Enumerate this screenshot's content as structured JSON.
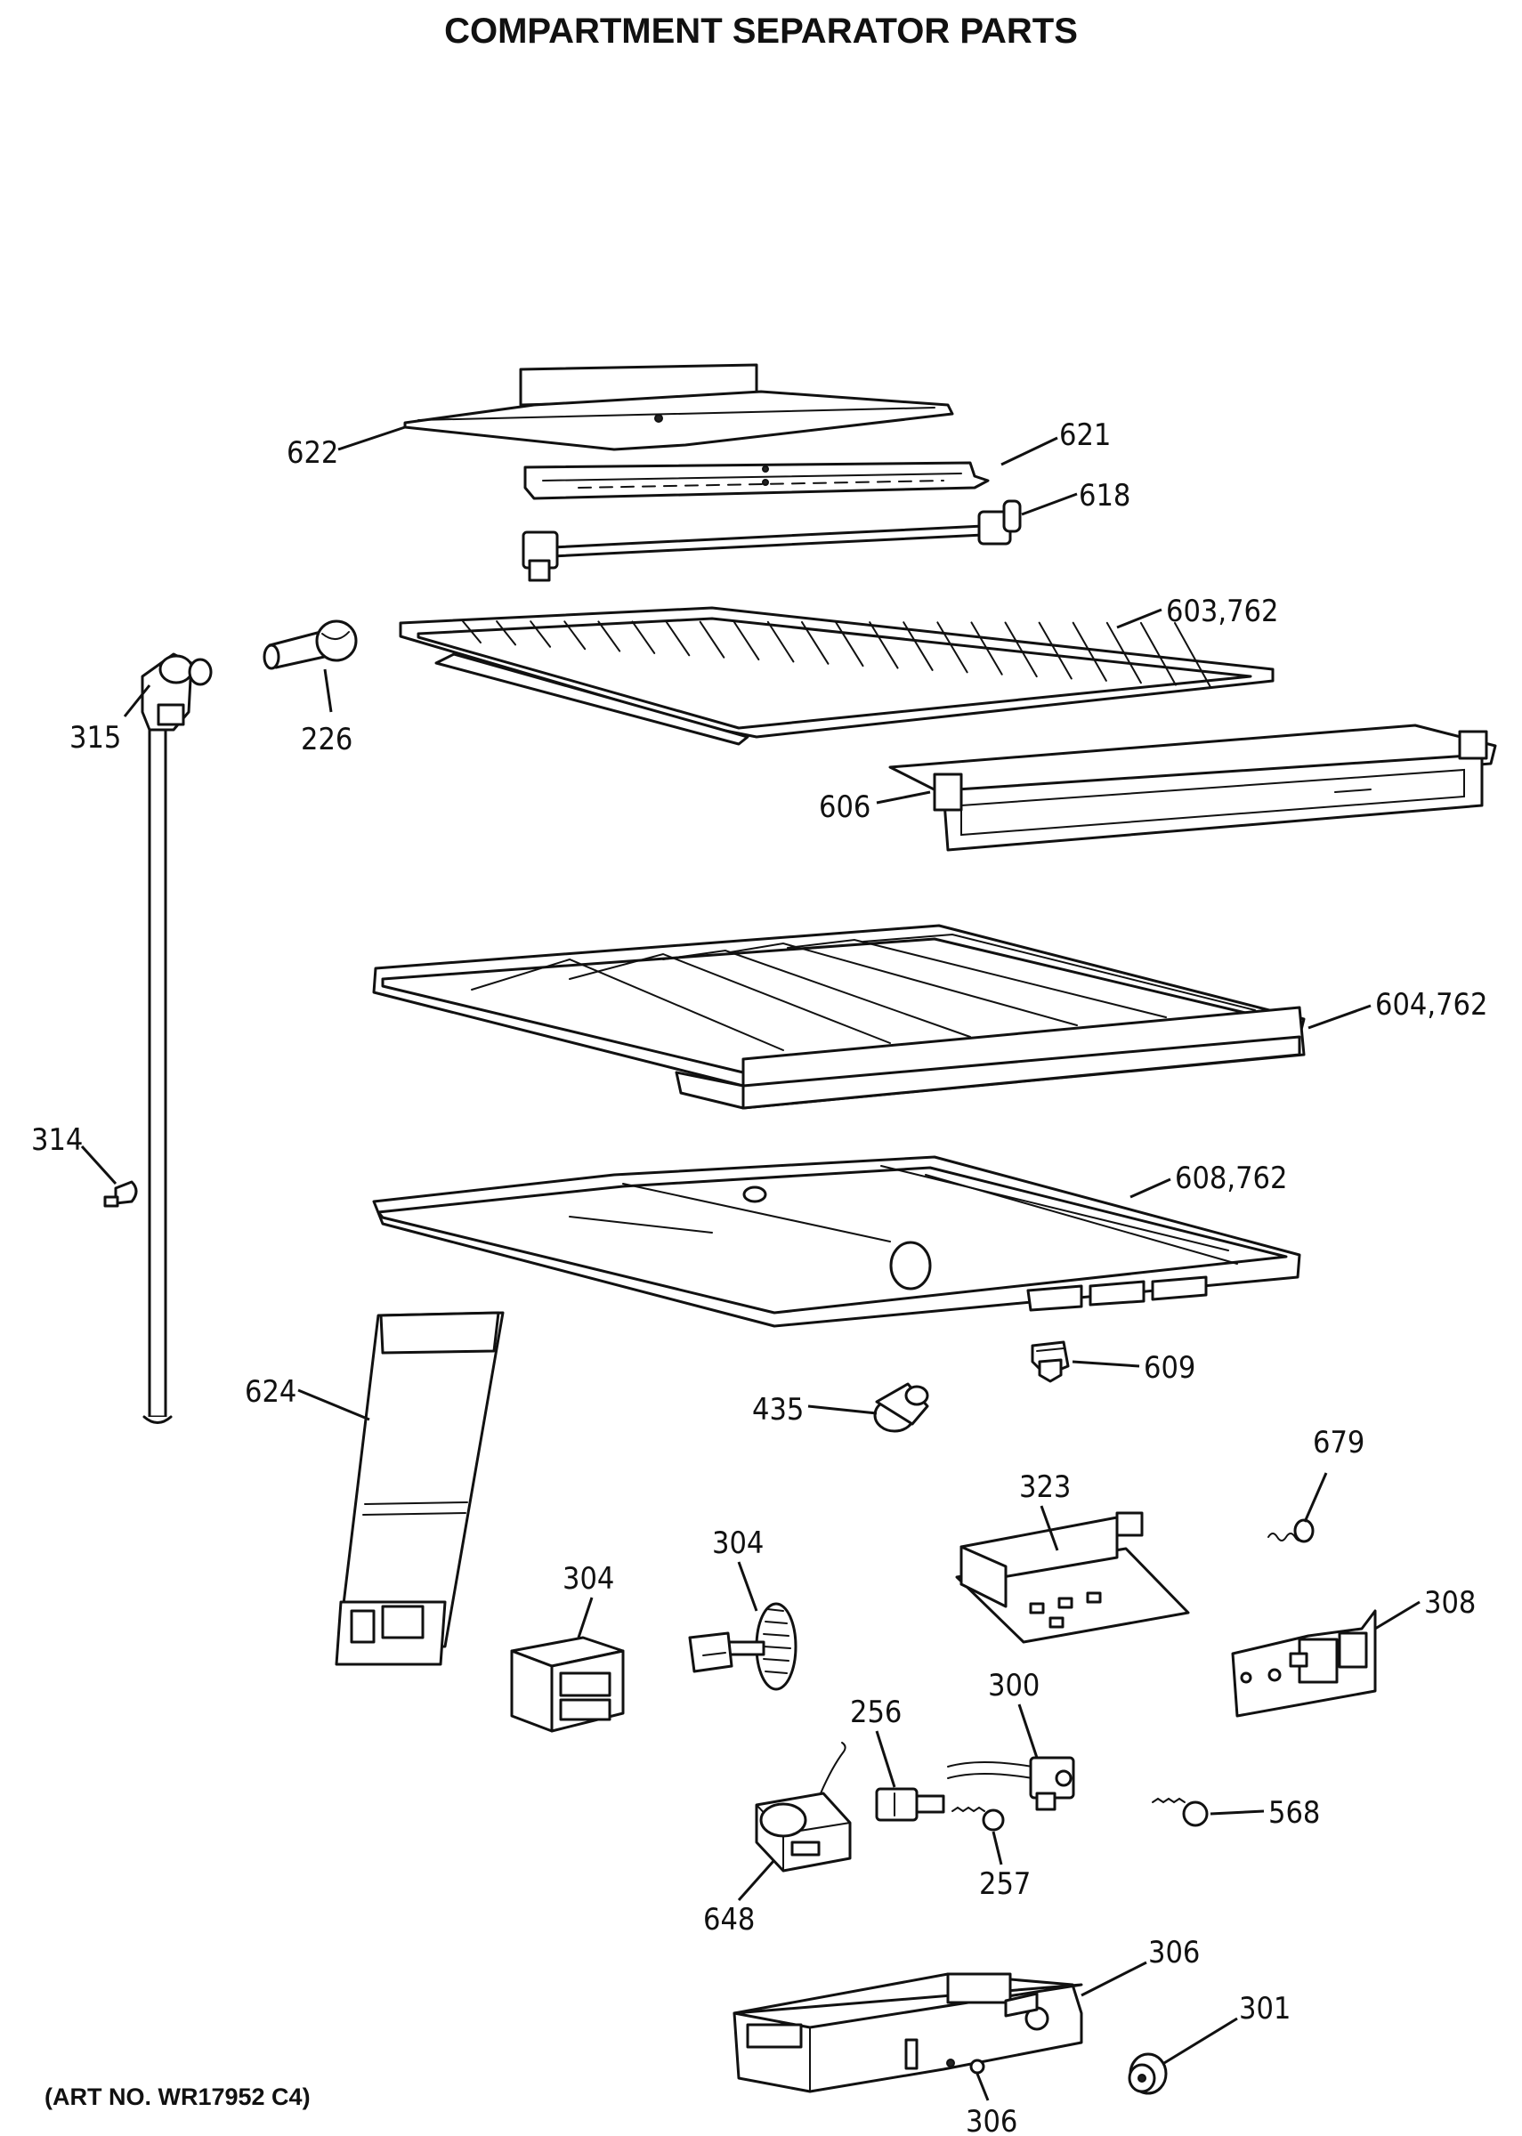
{
  "title": "COMPARTMENT SEPARATOR PARTS",
  "art_number": "(ART NO. WR17952 C4)",
  "callouts": [
    {
      "id": "622",
      "label": "622"
    },
    {
      "id": "621",
      "label": "621"
    },
    {
      "id": "618",
      "label": "618"
    },
    {
      "id": "603",
      "label": "603,762"
    },
    {
      "id": "315",
      "label": "315"
    },
    {
      "id": "226",
      "label": "226"
    },
    {
      "id": "606",
      "label": "606"
    },
    {
      "id": "604",
      "label": "604,762"
    },
    {
      "id": "314",
      "label": "314"
    },
    {
      "id": "608",
      "label": "608,762"
    },
    {
      "id": "609",
      "label": "609"
    },
    {
      "id": "624",
      "label": "624"
    },
    {
      "id": "435",
      "label": "435"
    },
    {
      "id": "679",
      "label": "679"
    },
    {
      "id": "323",
      "label": "323"
    },
    {
      "id": "304a",
      "label": "304"
    },
    {
      "id": "304b",
      "label": "304"
    },
    {
      "id": "308",
      "label": "308"
    },
    {
      "id": "300",
      "label": "300"
    },
    {
      "id": "256",
      "label": "256"
    },
    {
      "id": "568",
      "label": "568"
    },
    {
      "id": "257",
      "label": "257"
    },
    {
      "id": "648",
      "label": "648"
    },
    {
      "id": "306a",
      "label": "306"
    },
    {
      "id": "301",
      "label": "301"
    },
    {
      "id": "306b",
      "label": "306"
    }
  ]
}
